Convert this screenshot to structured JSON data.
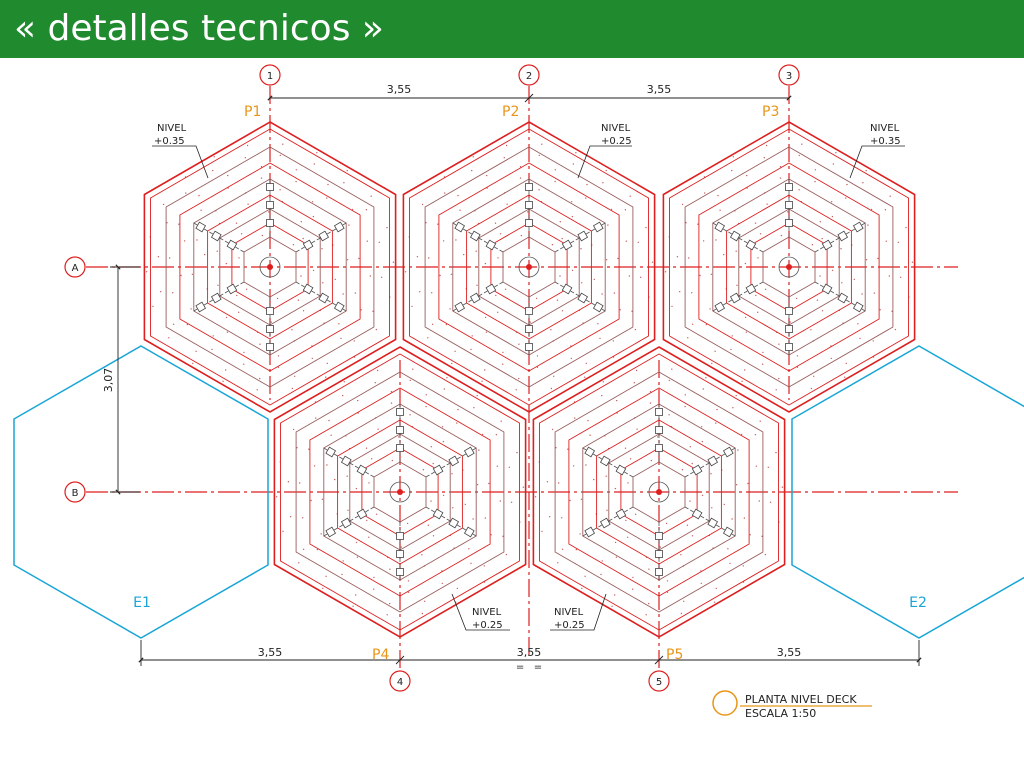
{
  "header": {
    "title": "« detalles tecnicos  »",
    "background_color": "#1f8a2e"
  },
  "colors": {
    "platform": "#dd1f1f",
    "ring": "#9a5e5e",
    "existing": "#19a6d6",
    "axis": "#dd1f1f",
    "dimension": "#222222",
    "label_accent": "#e8961a",
    "dot": "#c86060"
  },
  "grid": {
    "columns": [
      "1",
      "2",
      "3",
      "4",
      "5"
    ],
    "rows": [
      "A",
      "B"
    ]
  },
  "dimensions": {
    "top_left": "3,55",
    "top_right": "3,55",
    "vertical": "3,07",
    "bottom_left": "3,55",
    "bottom_center": "3,55",
    "bottom_right": "3,55",
    "equal_marks": "=   ="
  },
  "platforms": [
    {
      "id": "P1",
      "level_label": "NIVEL",
      "level_value": "+0.35"
    },
    {
      "id": "P2",
      "level_label": "NIVEL",
      "level_value": "+0.25"
    },
    {
      "id": "P3",
      "level_label": "NIVEL",
      "level_value": "+0.35"
    },
    {
      "id": "P4",
      "level_label": "NIVEL",
      "level_value": "+0.25"
    },
    {
      "id": "P5",
      "level_label": "NIVEL",
      "level_value": "+0.25"
    }
  ],
  "existing": [
    {
      "id": "E1"
    },
    {
      "id": "E2"
    }
  ],
  "title_block": {
    "line1": "PLANTA NIVEL DECK",
    "line2": "ESCALA 1:50",
    "marker_color": "#e8961a"
  }
}
